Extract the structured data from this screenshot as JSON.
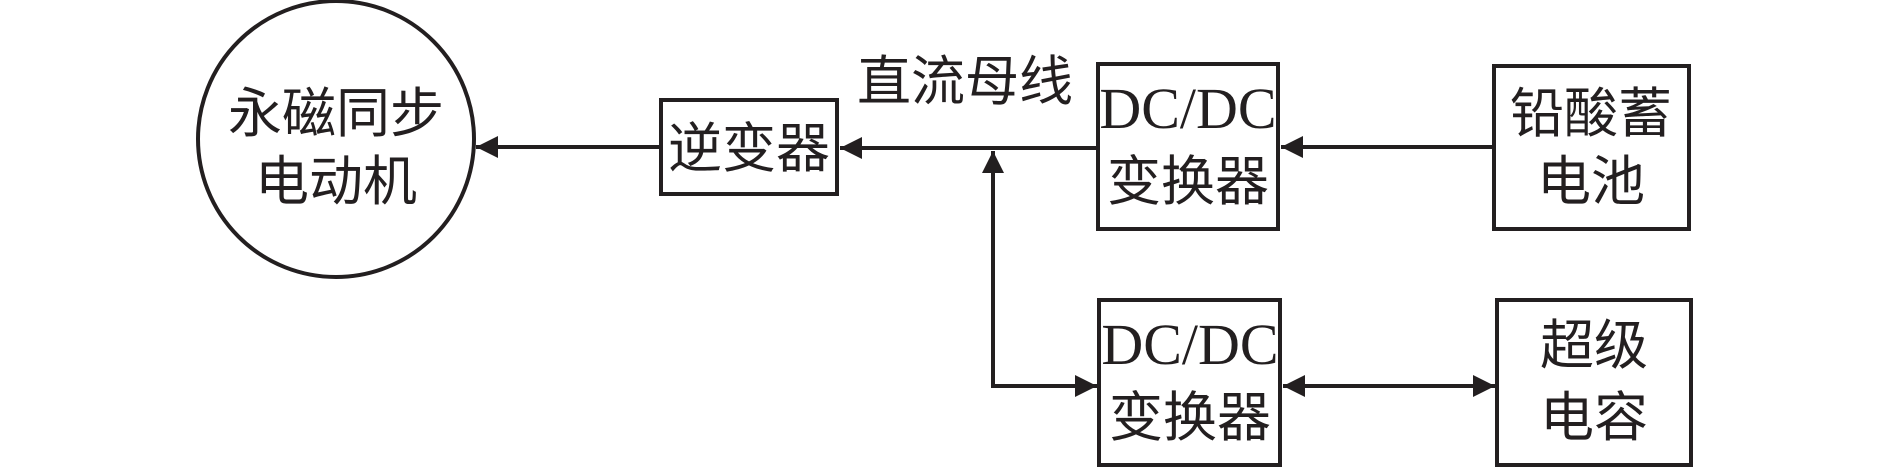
{
  "diagram": {
    "stroke_color": "#231f20",
    "background": "#ffffff",
    "nodes": {
      "motor": {
        "lines": [
          "永磁同步",
          "电动机"
        ],
        "shape": "circle"
      },
      "inverter": {
        "lines": [
          "逆变器"
        ],
        "shape": "box"
      },
      "dcdc_top": {
        "lines": [
          "DC/DC",
          "变换器"
        ],
        "shape": "box"
      },
      "battery": {
        "lines": [
          "铅酸蓄",
          "电池"
        ],
        "shape": "box"
      },
      "dcdc_bottom": {
        "lines": [
          "DC/DC",
          "变换器"
        ],
        "shape": "box"
      },
      "supercap": {
        "lines": [
          "超级",
          "电容"
        ],
        "shape": "box"
      }
    },
    "bus_label": "直流母线",
    "edges": [
      {
        "from": "inverter",
        "to": "motor",
        "direction": "one-way"
      },
      {
        "from": "dc_bus",
        "to": "inverter",
        "direction": "one-way"
      },
      {
        "from": "dcdc_top",
        "to": "dc_bus",
        "direction": "one-way"
      },
      {
        "from": "battery",
        "to": "dcdc_top",
        "direction": "one-way"
      },
      {
        "from": "dc_bus",
        "to": "dcdc_bottom",
        "direction": "bidirectional"
      },
      {
        "from": "dcdc_bottom",
        "to": "supercap",
        "direction": "bidirectional"
      }
    ]
  }
}
